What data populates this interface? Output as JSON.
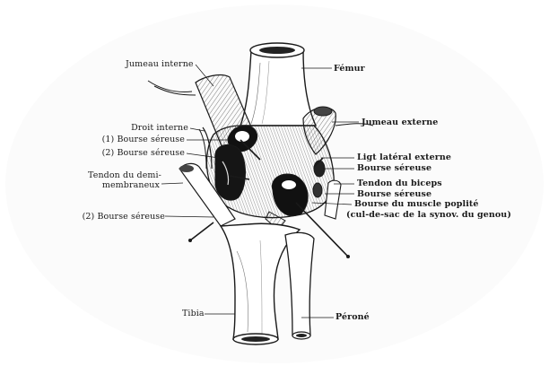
{
  "labels": {
    "jumeau_interne": "Jumeau interne",
    "femur": "Fémur",
    "droit_interne": "Droit interne",
    "bourse_sereuse_1": "(1) Bourse séreuse",
    "jumeau_externe": "Jumeau externe",
    "bourse_sereuse_2a": "(2) Bourse séreuse",
    "lig_lateral_externe": "Ligt latéral externe",
    "bourse_sereuse_r1": "Bourse séreuse",
    "tendon_demi_line1": "Tendon du demi-",
    "tendon_demi_line2": "membraneux",
    "tendon_biceps": "Tendon du biceps",
    "bourse_sereuse_r2": "Bourse séreuse",
    "bourse_muscle_poplite": "Bourse du muscle poplité",
    "cul_de_sac": "(cul-de-sac de la synov. du genou)",
    "bourse_sereuse_2b": "(2) Bourse séreuse",
    "tibia": "Tibia",
    "perone": "Péroné"
  },
  "colors": {
    "ink": "#1a1a1a",
    "paper": "#ffffff"
  }
}
